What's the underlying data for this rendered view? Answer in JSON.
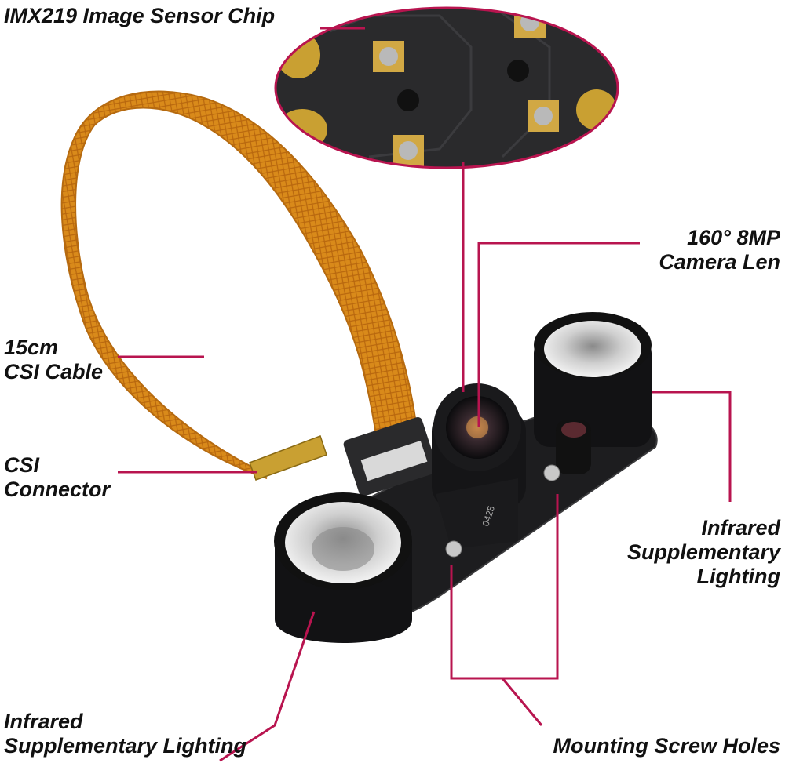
{
  "colors": {
    "callout_line": "#b8144f",
    "label_text": "#111111",
    "cable": "#d98a1a",
    "board": "#1d1d1f",
    "lens_metal": "#c9c9c9",
    "background": "#ffffff"
  },
  "labels": {
    "sensor_chip": "IMX219 Image Sensor Chip",
    "camera_lens": [
      "160° 8MP",
      "Camera Len"
    ],
    "csi_cable": [
      "15cm",
      "CSI Cable"
    ],
    "csi_connector": [
      "CSI",
      "Connector"
    ],
    "ir_right": [
      "Infrared",
      "Supplementary",
      "Lighting"
    ],
    "ir_left": [
      "Infrared",
      "Supplementary Lighting"
    ],
    "mounting_holes": "Mounting Screw Holes"
  },
  "board_marking": "0425",
  "icons": {
    "ribbon_cable": "ribbon-cable-icon",
    "camera_module": "camera-module-icon",
    "sensor_zoom": "sensor-zoom-icon"
  }
}
